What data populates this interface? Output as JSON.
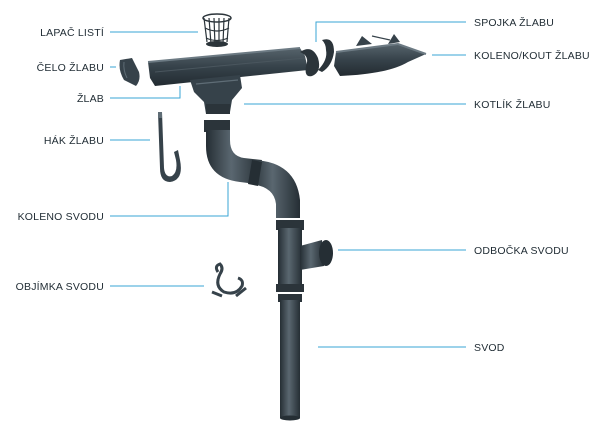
{
  "labels": {
    "lapac_listi": "LAPAČ LISTÍ",
    "celo_zlabu": "ČELO ŽLABU",
    "zlab": "ŽLAB",
    "hak_zlabu": "HÁK ŽLABU",
    "koleno_svodu": "KOLENO SVODU",
    "objimka_svodu": "OBJÍMKA SVODU",
    "spojka_zlabu": "SPOJKA ŽLABU",
    "koleno_kout_zlabu": "KOLENO/KOUT ŽLABU",
    "kotlik_zlabu": "KOTLÍK ŽLABU",
    "odbocka_svodu": "ODBOČKA SVODU",
    "svod": "SVOD"
  },
  "colors": {
    "part_fill": "#36424a",
    "part_shade": "#252e34",
    "part_highlight": "#5f6d76",
    "leader_line": "#3aa6d6",
    "label_text": "#1f2b33"
  }
}
